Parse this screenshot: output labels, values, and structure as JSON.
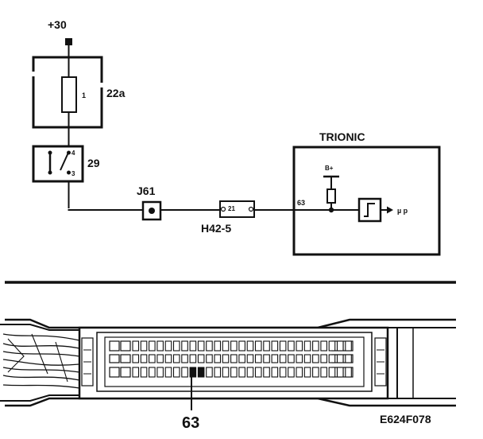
{
  "supply": {
    "label": "+30"
  },
  "fuse_box": {
    "label": "22a",
    "fuse_number": "1"
  },
  "relay": {
    "label": "29",
    "pin_top": "4",
    "pin_bottom": "3"
  },
  "junction": {
    "label": "J61"
  },
  "connector": {
    "label": "H42-5",
    "pin": "21"
  },
  "ecu": {
    "label": "TRIONIC",
    "pin_label": "63",
    "supply_label": "B+",
    "output_label": "µ p"
  },
  "connector_view": {
    "highlighted_pin": "63"
  },
  "figure_id": "E624F078",
  "colors": {
    "ink": "#111111",
    "background": "#ffffff"
  }
}
